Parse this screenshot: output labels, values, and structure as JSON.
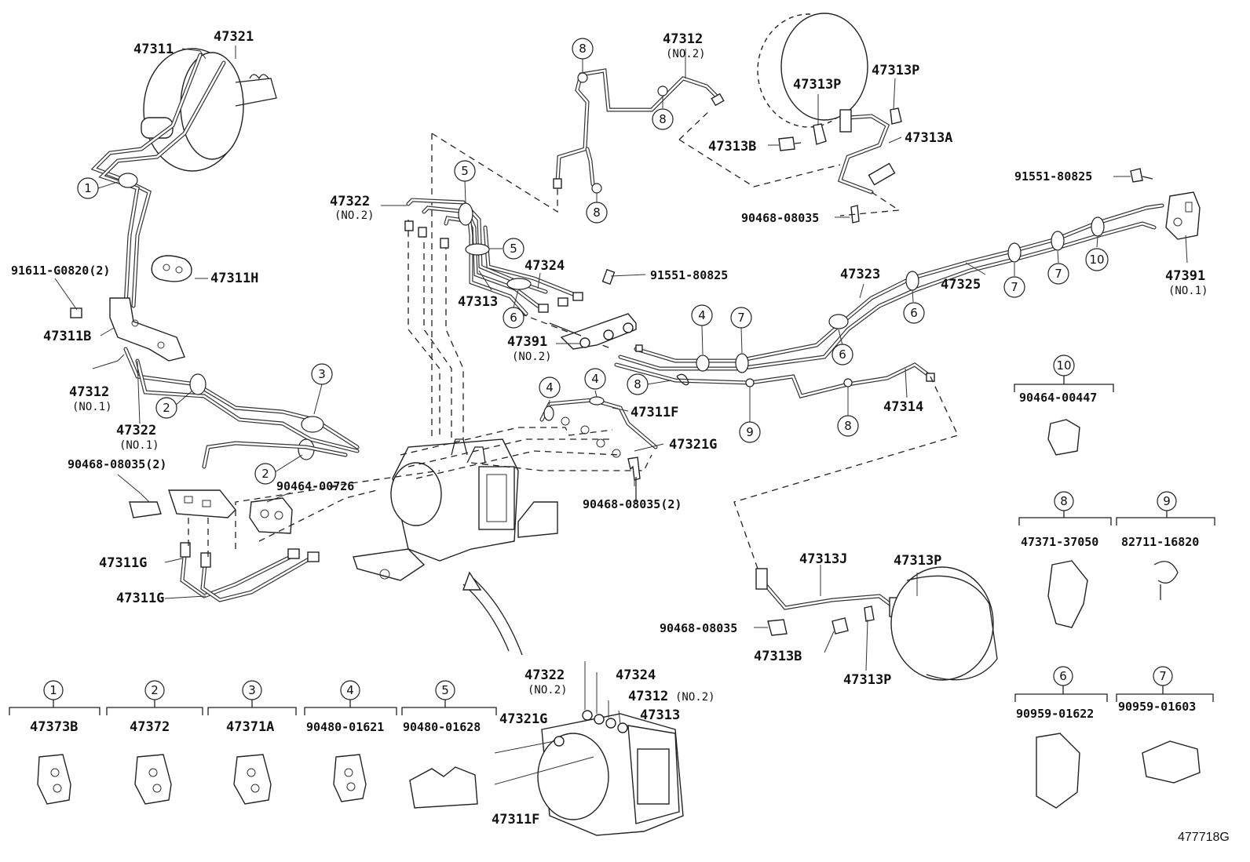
{
  "drawing_id": "477718G",
  "callouts": {
    "c1": "1",
    "c2": "2",
    "c3": "3",
    "c4": "4",
    "c5": "5",
    "c6": "6",
    "c7": "7",
    "c8": "8",
    "c9": "9",
    "c10": "10"
  },
  "labels": {
    "p47311_top": "47311",
    "p47321_top": "47321",
    "p47311H": "47311H",
    "p91611": "91611-G0820(2)",
    "p47311B": "47311B",
    "p47312_no1": "47312",
    "no1_a": "(NO.1)",
    "p47322_no1": "47322",
    "no1_b": "(NO.1)",
    "p90468_2_left": "90468-08035(2)",
    "p90464_00726": "90464-00726",
    "p47311G_a": "47311G",
    "p47311G_b": "47311G",
    "p47322_no2": "47322",
    "no2_a": "(NO.2)",
    "p47313_mid": "47313",
    "p47324_mid": "47324",
    "p91551_mid": "91551-80825",
    "p47391_no2": "47391",
    "no2_b": "(NO.2)",
    "p47311F_mid": "47311F",
    "p47321G_mid": "47321G",
    "p90468_2_mid": "90468-08035(2)",
    "p47312_no2_top": "47312",
    "no2_c": "(NO.2)",
    "p47313P_a": "47313P",
    "p47313P_b": "47313P",
    "p47313B_top": "47313B",
    "p47313A": "47313A",
    "p90468_top": "90468-08035",
    "p91551_right": "91551-80825",
    "p47391_no1": "47391",
    "no1_c": "(NO.1)",
    "p47323": "47323",
    "p47325": "47325",
    "p47314": "47314",
    "p47313J": "47313J",
    "p47313P_c": "47313P",
    "p90468_bot": "90468-08035",
    "p47313B_bot": "47313B",
    "p47313P_d": "47313P",
    "p47322_abs": "47322",
    "no2_d": "(NO.2)",
    "p47324_abs": "47324",
    "p47312_abs": "47312",
    "no2_e": "(NO.2)",
    "p47321G_abs": "47321G",
    "p47313_abs": "47313",
    "p47311F_abs": "47311F"
  },
  "legend": [
    {
      "num": "1",
      "part": "47373B"
    },
    {
      "num": "2",
      "part": "47372"
    },
    {
      "num": "3",
      "part": "47371A"
    },
    {
      "num": "4",
      "part": "90480-01621"
    },
    {
      "num": "5",
      "part": "90480-01628"
    },
    {
      "num": "10",
      "part": "90464-00447"
    },
    {
      "num": "8",
      "part": "47371-37050"
    },
    {
      "num": "9",
      "part": "82711-16820"
    },
    {
      "num": "6",
      "part": "90959-01622"
    },
    {
      "num": "7",
      "part": "90959-01603"
    }
  ]
}
